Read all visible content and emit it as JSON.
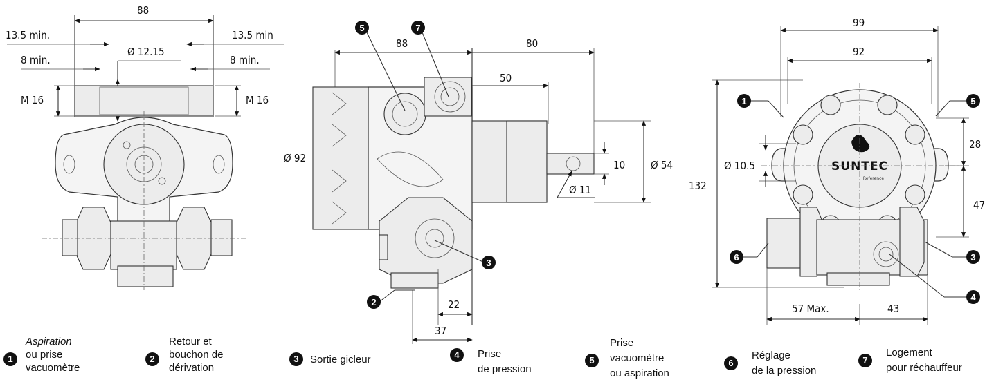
{
  "left_view": {
    "dim_width": "88",
    "dim_min_left": "13.5 min.",
    "dim_min_right": "13.5 min",
    "dim_8_left": "8 min.",
    "dim_8_right": "8 min.",
    "dim_bore": "Ø 12.15",
    "thread_left": "M 16",
    "thread_right": "M 16"
  },
  "middle_view": {
    "dim_88": "88",
    "dim_80": "80",
    "dim_50": "50",
    "dim_dia92": "Ø 92",
    "dim_dia54": "Ø 54",
    "dim_10": "10",
    "dim_dia11": "Ø 11",
    "dim_22": "22",
    "dim_37": "37"
  },
  "right_view": {
    "dim_99": "99",
    "dim_92": "92",
    "dim_132": "132",
    "dim_dia105": "Ø 10.5",
    "dim_28": "28",
    "dim_47": "47",
    "dim_57max": "57 Max.",
    "dim_43": "43",
    "brand": "SUNTEC",
    "brand_sub": "Reference"
  },
  "callout_numbers": [
    "1",
    "2",
    "3",
    "4",
    "5",
    "6",
    "7"
  ],
  "legend": [
    {
      "num": "1",
      "line1": "Aspiration",
      "line2": "ou prise",
      "line3": "vacuomètre"
    },
    {
      "num": "2",
      "line1": "Retour et",
      "line2": "bouchon de",
      "line3": "dérivation"
    },
    {
      "num": "3",
      "line1": "Sortie gicleur"
    },
    {
      "num": "4",
      "line1": "Prise",
      "line2": "de pression"
    },
    {
      "num": "5",
      "line1": "Prise",
      "line2": "vacuomètre",
      "line3": "ou aspiration"
    },
    {
      "num": "6",
      "line1": "Réglage",
      "line2": "de la pression"
    },
    {
      "num": "7",
      "line1": "Logement",
      "line2": "pour réchauffeur"
    }
  ]
}
